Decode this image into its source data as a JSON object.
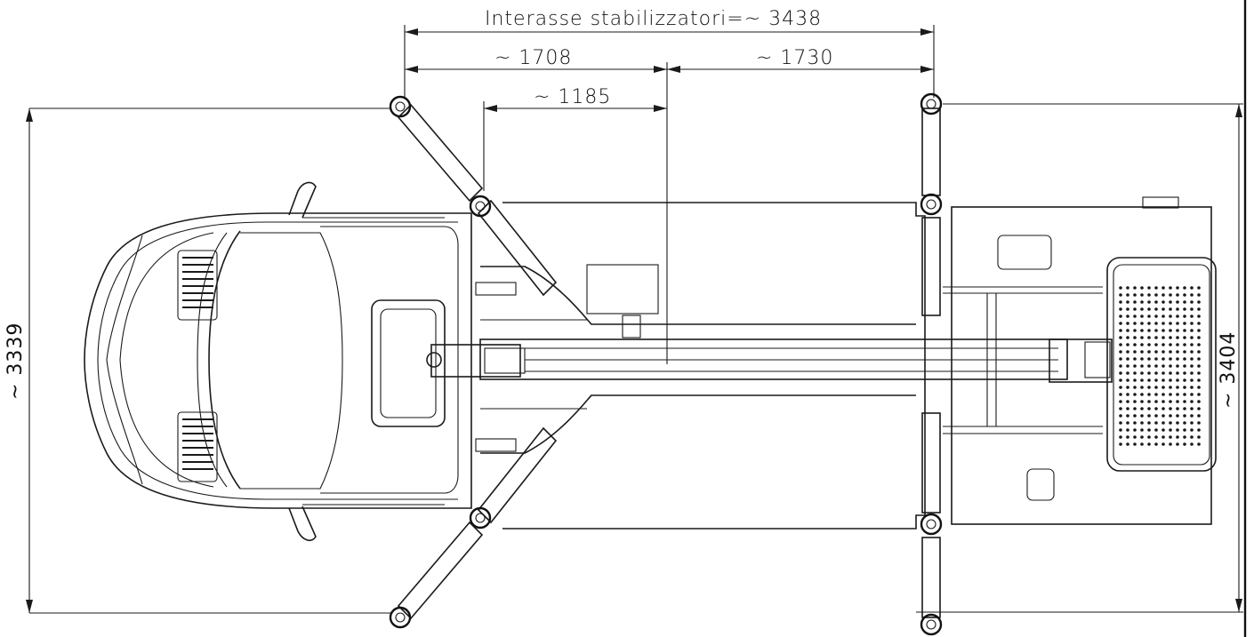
{
  "dimensions": {
    "outrigger_wheelbase": "Interasse stabilizzatori=~ 3438",
    "front_half": "~ 1708",
    "rear_half": "~ 1730",
    "front_offset": "~ 1185",
    "front_width": "~ 3339",
    "rear_width": "~ 3404"
  },
  "colors": {
    "line": "#1a1a1a",
    "background": "#ffffff"
  }
}
